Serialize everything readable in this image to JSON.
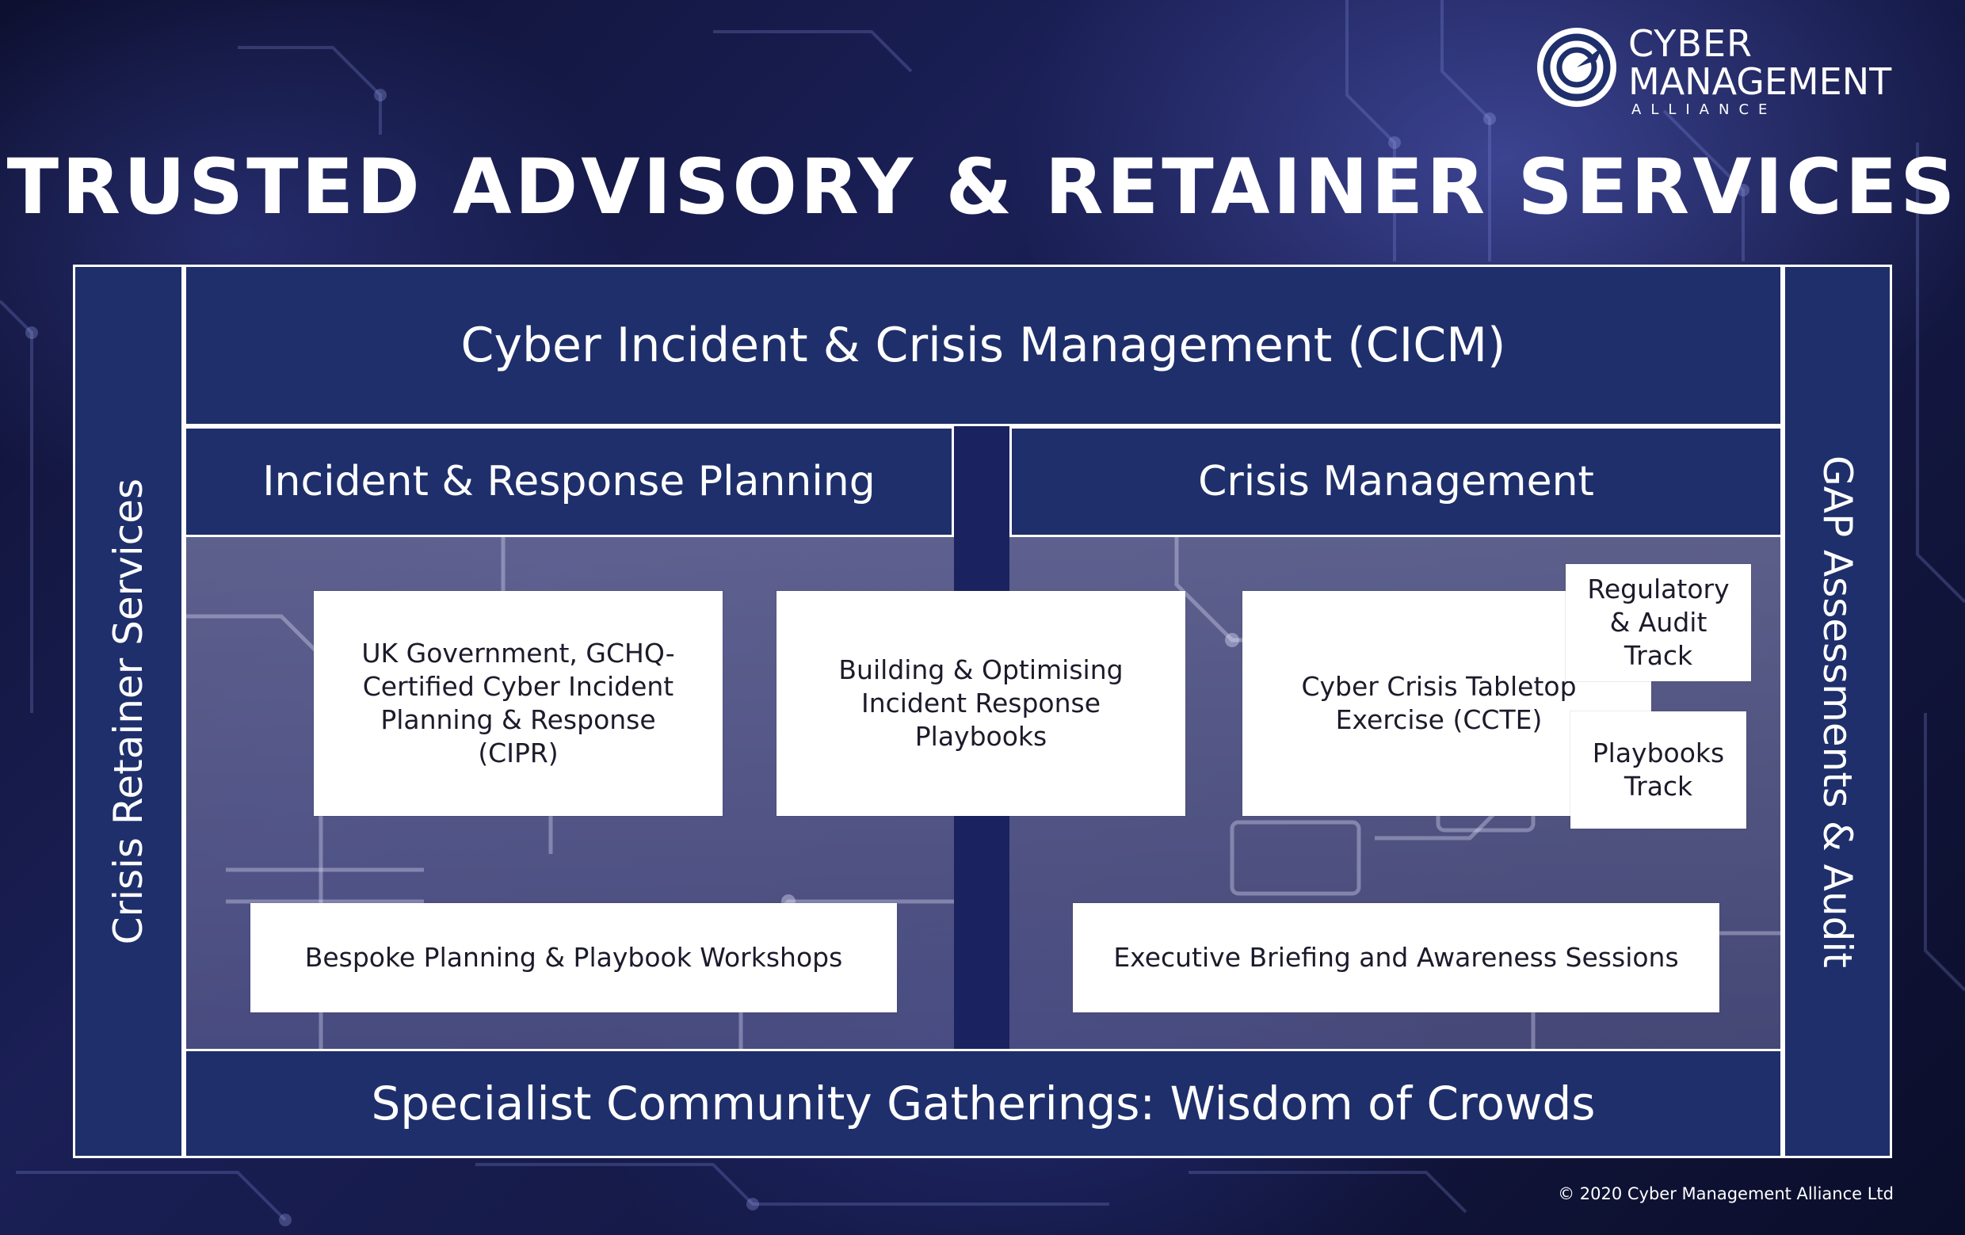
{
  "logo": {
    "line1": "CYBER",
    "line2": "MANAGEMENT",
    "line3": "ALLIANCE"
  },
  "title": "TRUSTED ADVISORY & RETAINER SERVICES",
  "diagram": {
    "top_band": "Cyber Incident & Crisis Management (CICM)",
    "left_side": "Crisis Retainer Services",
    "right_side": "GAP Assessments & Audit",
    "bottom_band": "Specialist Community Gatherings: Wisdom of Crowds",
    "left_header": "Incident & Response Planning",
    "right_header": "Crisis Management",
    "boxes": {
      "cipr": "UK Government, GCHQ-Certified Cyber Incident Planning & Response (CIPR)",
      "playbooks": "Building & Optimising Incident Response Playbooks",
      "ccte": "Cyber Crisis Tabletop Exercise (CCTE)",
      "regulatory": "Regulatory & Audit Track",
      "playbooks_track": "Playbooks Track",
      "workshops": "Bespoke Planning & Playbook Workshops",
      "briefing": "Executive Briefing and Awareness Sessions"
    }
  },
  "copyright": "© 2020 Cyber Management Alliance Ltd",
  "colors": {
    "band": "#1e2f6b",
    "background": "#151a48",
    "box": "#ffffff",
    "box_text": "#1b1b2b"
  }
}
